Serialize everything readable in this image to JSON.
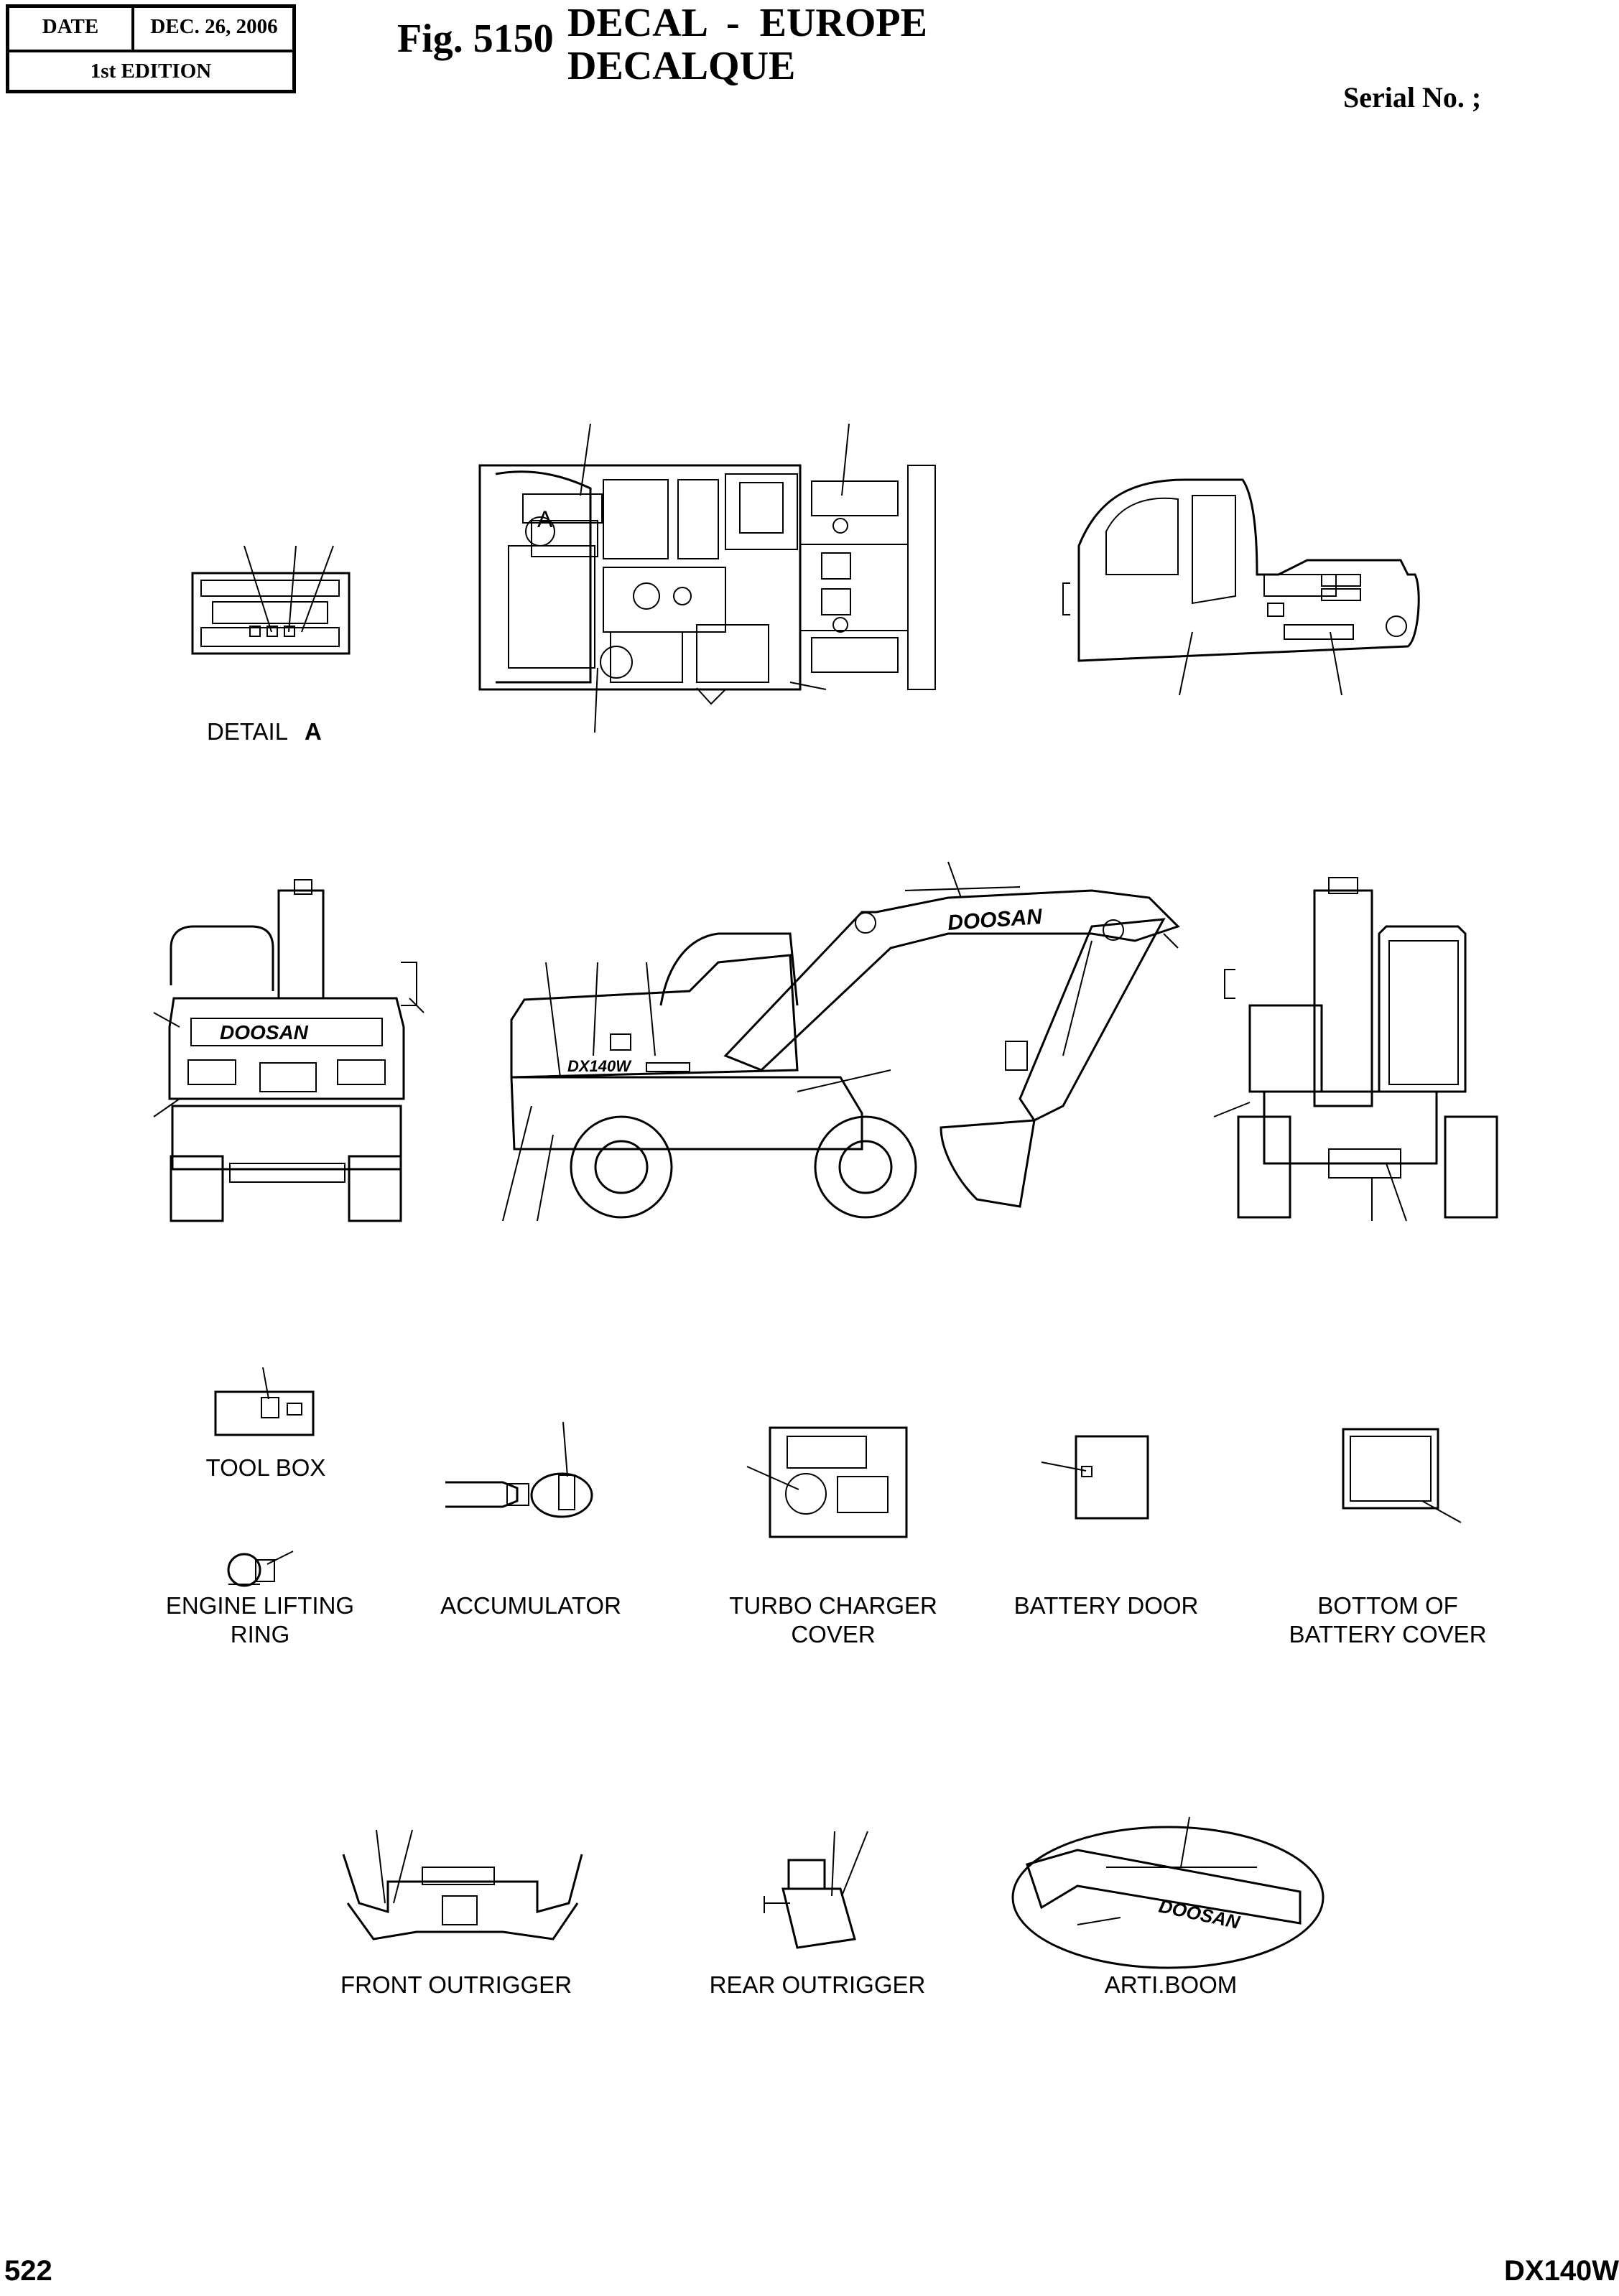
{
  "header": {
    "date_label": "DATE",
    "date_value": "DEC. 26, 2006",
    "edition": "1st EDITION",
    "fig_number": "Fig. 5150",
    "title_line1": "DECAL  -  EUROPE",
    "title_line2": "DECALQUE",
    "serial_label": "Serial No. ;"
  },
  "captions": {
    "detail_prefix": "DETAIL",
    "detail_letter": "A",
    "callout_letter": "A",
    "tool_box": "TOOL BOX",
    "engine_lifting_ring_1": "ENGINE LIFTING",
    "engine_lifting_ring_2": "RING",
    "accumulator": "ACCUMULATOR",
    "turbo_charger_cover_1": "TURBO CHARGER",
    "turbo_charger_cover_2": "COVER",
    "battery_door": "BATTERY DOOR",
    "bottom_battery_cover_1": "BOTTOM OF",
    "bottom_battery_cover_2": "BATTERY COVER",
    "front_outrigger": "FRONT OUTRIGGER",
    "rear_outrigger": "REAR OUTRIGGER",
    "arti_boom": "ARTI.BOOM"
  },
  "decal_text": {
    "brand": "DOOSAN",
    "model_badge": "DX140W"
  },
  "footer": {
    "page_number": "522",
    "model": "DX140W"
  }
}
